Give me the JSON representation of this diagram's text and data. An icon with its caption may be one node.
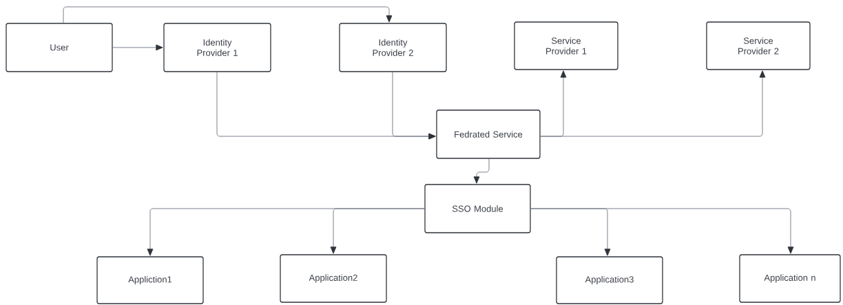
{
  "diagram": {
    "nodes": [
      {
        "text": [
          "User"
        ]
      },
      {
        "text": [
          "Identity Provider 1"
        ]
      },
      {
        "text": [
          "Identity Provider 2"
        ]
      },
      {
        "text": [
          "Service Provider 1"
        ]
      },
      {
        "text": [
          "Service Provider 2"
        ]
      },
      {
        "text": [
          "Fedrated Service"
        ]
      },
      {
        "text": [
          "SSO Module"
        ]
      },
      {
        "text": [
          "Appliction1"
        ]
      },
      {
        "text": [
          "Application2"
        ]
      },
      {
        "text": [
          "Application3"
        ]
      },
      {
        "text": [
          "Application n"
        ]
      }
    ],
    "edges": [
      {
        "from": 0,
        "to": 1,
        "arrow": "to"
      },
      {
        "from": 0,
        "to": 2,
        "arrow": "to"
      },
      {
        "from": 1,
        "to": 5,
        "arrow": "to"
      },
      {
        "from": 2,
        "to": 5,
        "arrow": "to"
      },
      {
        "from": 5,
        "to": 3,
        "arrow": "to"
      },
      {
        "from": 5,
        "to": 4,
        "arrow": "to"
      },
      {
        "from": 5,
        "to": 6,
        "arrow": "to"
      },
      {
        "from": 6,
        "to": 7,
        "arrow": "to"
      },
      {
        "from": 6,
        "to": 8,
        "arrow": "to"
      },
      {
        "from": 6,
        "to": 9,
        "arrow": "to"
      },
      {
        "from": 6,
        "to": 10,
        "arrow": "to"
      }
    ]
  }
}
